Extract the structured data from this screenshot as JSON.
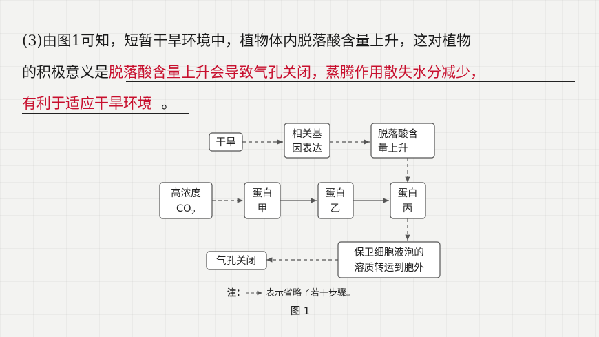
{
  "question": {
    "line1": "(3)由图1可知，短暂干旱环境中，植物体内脱落酸含量上升，这对植物",
    "line2_prefix": "的积极意义是",
    "answer_part1": "脱落酸含量上升会导致气孔关闭，蒸腾作用散失水分减少，",
    "answer_part2": "有利于适应干旱环境",
    "line3_suffix": "。"
  },
  "diagram": {
    "nodes": {
      "drought": "干旱",
      "related_gene_1": "相关基",
      "related_gene_2": "因表达",
      "aba_1": "脱落酸含",
      "aba_2": "量上升",
      "co2_1": "高浓度",
      "co2_2": "CO",
      "co2_sub": "2",
      "protein_a_1": "蛋白",
      "protein_a_2": "甲",
      "protein_b_1": "蛋白",
      "protein_b_2": "乙",
      "protein_c_1": "蛋白",
      "protein_c_2": "丙",
      "transport_1": "保卫细胞液泡的",
      "transport_2": "溶质转运到胞外",
      "stomata": "气孔关闭"
    },
    "note_label": "注：",
    "note_text": "表示省略了若干步骤。",
    "caption": "图 1"
  }
}
